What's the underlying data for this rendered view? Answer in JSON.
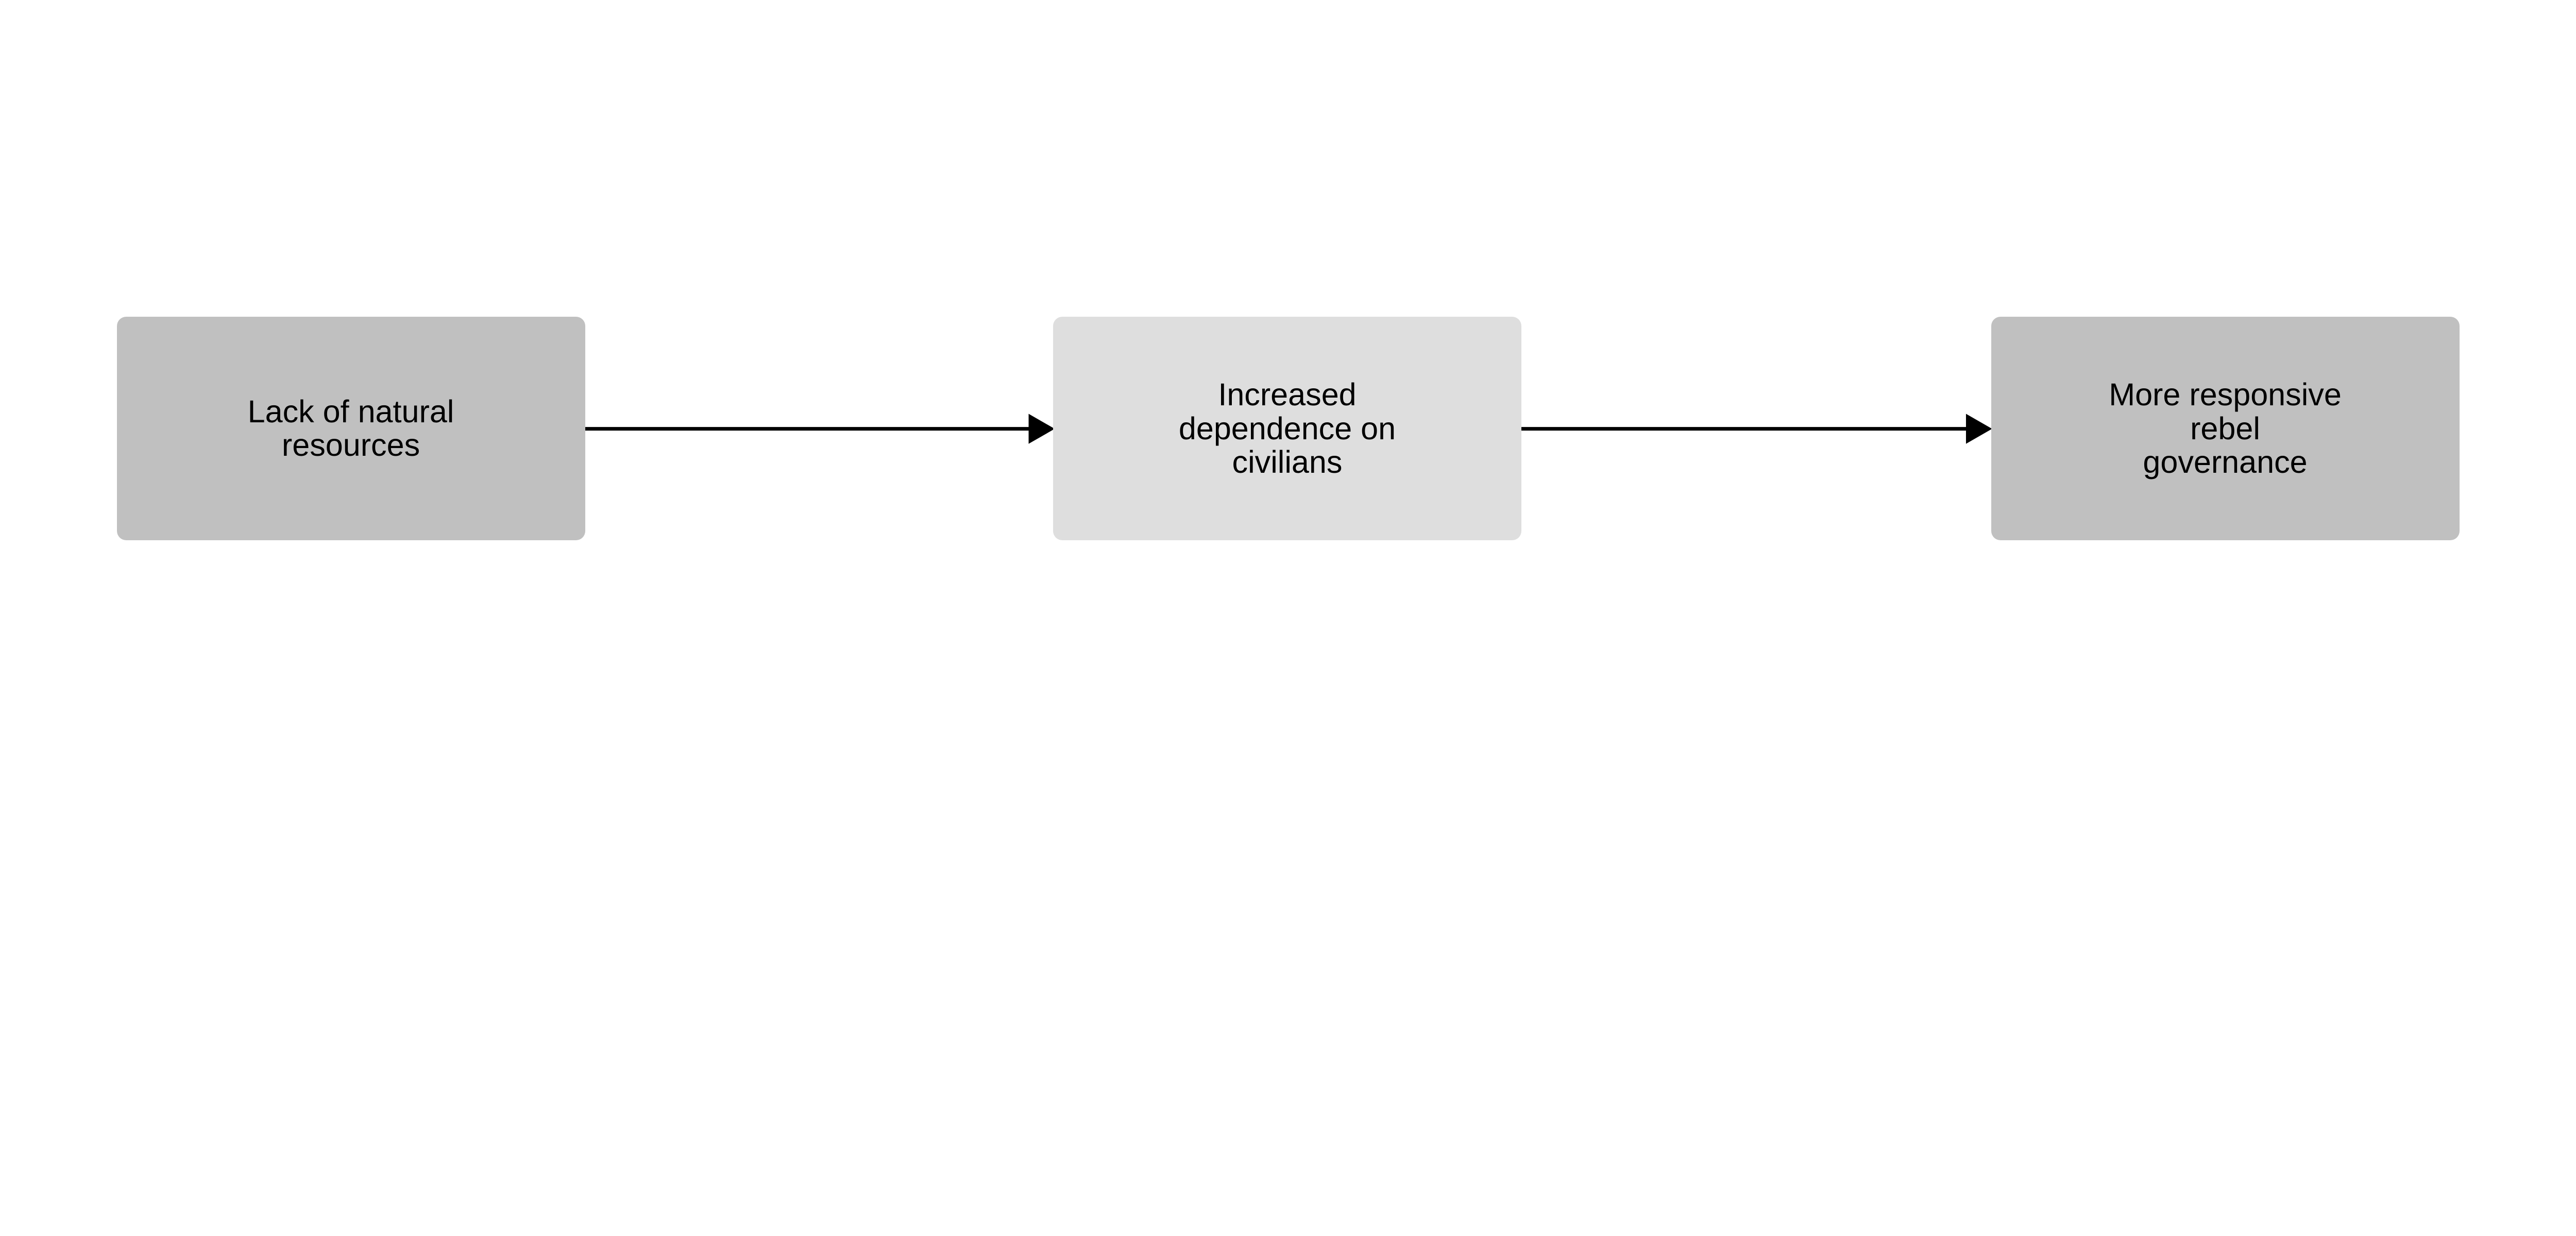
{
  "nodes": [
    {
      "id": "n1",
      "label": "Lack of natural\nresources",
      "color": "#c0c0c0"
    },
    {
      "id": "n2",
      "label": "Increased\ndependence on\ncivilians",
      "color": "#dedede"
    },
    {
      "id": "n3",
      "label": "More responsive\nrebel\ngovernance",
      "color": "#c0c0c0"
    }
  ],
  "edges": [
    {
      "from": "n1",
      "to": "n2"
    },
    {
      "from": "n2",
      "to": "n3"
    }
  ],
  "edge_color": "#000000"
}
